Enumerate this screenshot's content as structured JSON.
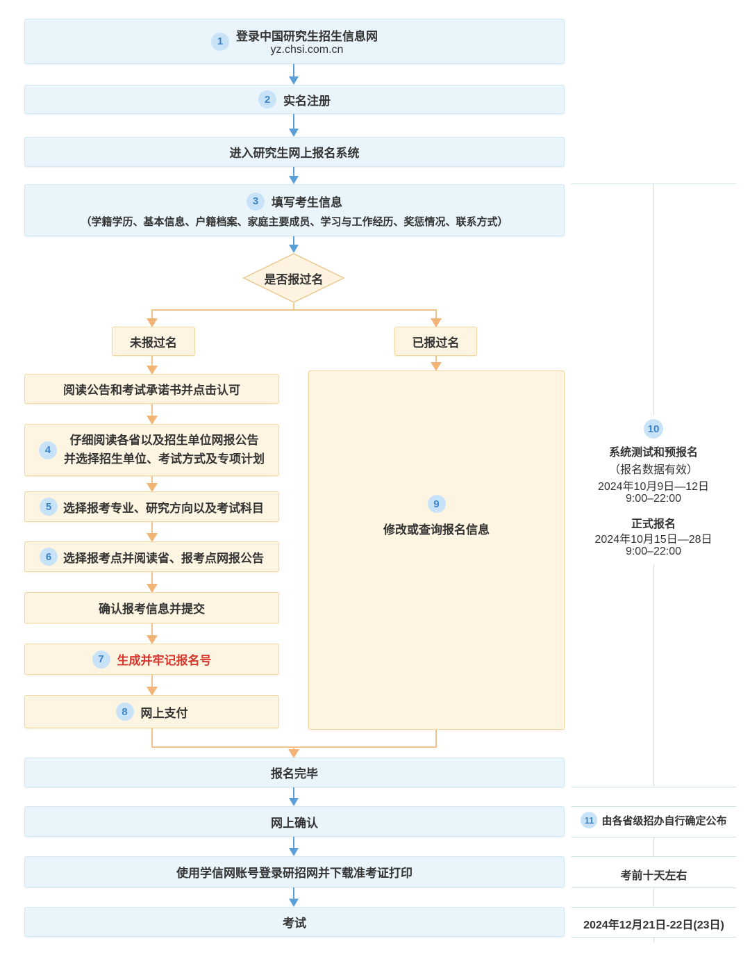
{
  "flow": {
    "step1": {
      "num": "1",
      "title": "登录中国研究生招生信息网",
      "url": "yz.chsi.com.cn"
    },
    "step2": {
      "num": "2",
      "label": "实名注册"
    },
    "enter_system": {
      "label": "进入研究生网上报名系统"
    },
    "step3": {
      "num": "3",
      "label": "填写考生信息",
      "detail": "（学籍学历、基本信息、户籍档案、家庭主要成员、学习与工作经历、奖惩情况、联系方式）"
    },
    "decision": {
      "label": "是否报过名"
    },
    "branch_no": {
      "label": "未报过名"
    },
    "branch_yes": {
      "label": "已报过名"
    },
    "read_notice": {
      "label": "阅读公告和考试承诺书并点击认可"
    },
    "step4": {
      "num": "4",
      "line1": "仔细阅读各省以及招生单位网报公告",
      "line2": "并选择招生单位、考试方式及专项计划"
    },
    "step5": {
      "num": "5",
      "label": "选择报考专业、研究方向以及考试科目"
    },
    "step6": {
      "num": "6",
      "label": "选择报考点并阅读省、报考点网报公告"
    },
    "confirm_submit": {
      "label": "确认报考信息并提交"
    },
    "step7": {
      "num": "7",
      "label": "生成并牢记报名号"
    },
    "step8": {
      "num": "8",
      "label": "网上支付"
    },
    "step9": {
      "num": "9",
      "label": "修改或查询报名信息"
    },
    "finish": {
      "label": "报名完毕"
    },
    "online_confirm": {
      "label": "网上确认"
    },
    "print_ticket": {
      "label": "使用学信网账号登录研招网并下载准考证打印"
    },
    "exam": {
      "label": "考试"
    }
  },
  "sidebar": {
    "step10": {
      "num": "10",
      "title": "系统测试和预报名",
      "subtitle": "（报名数据有效）",
      "pre_date": "2024年10月9日—12日",
      "pre_time": "9:00–22:00",
      "formal_title": "正式报名",
      "formal_date": "2024年10月15日—28日",
      "formal_time": "9:00–22:00"
    },
    "step11": {
      "num": "11",
      "label": "由各省级招办自行确定公布"
    },
    "before_exam": {
      "label": "考前十天左右"
    },
    "exam_date": {
      "label": "2024年12月21日-22日(23日)"
    }
  },
  "colors": {
    "blue_box_bg": "#e9f5fa",
    "cream_box_bg": "#fdf5e1",
    "blue_arrow": "#5b9fd8",
    "orange_line": "#efc38a",
    "number_badge_bg": "#c8e3f8",
    "number_badge_text": "#3e84c6",
    "red_text": "#d8352c"
  }
}
